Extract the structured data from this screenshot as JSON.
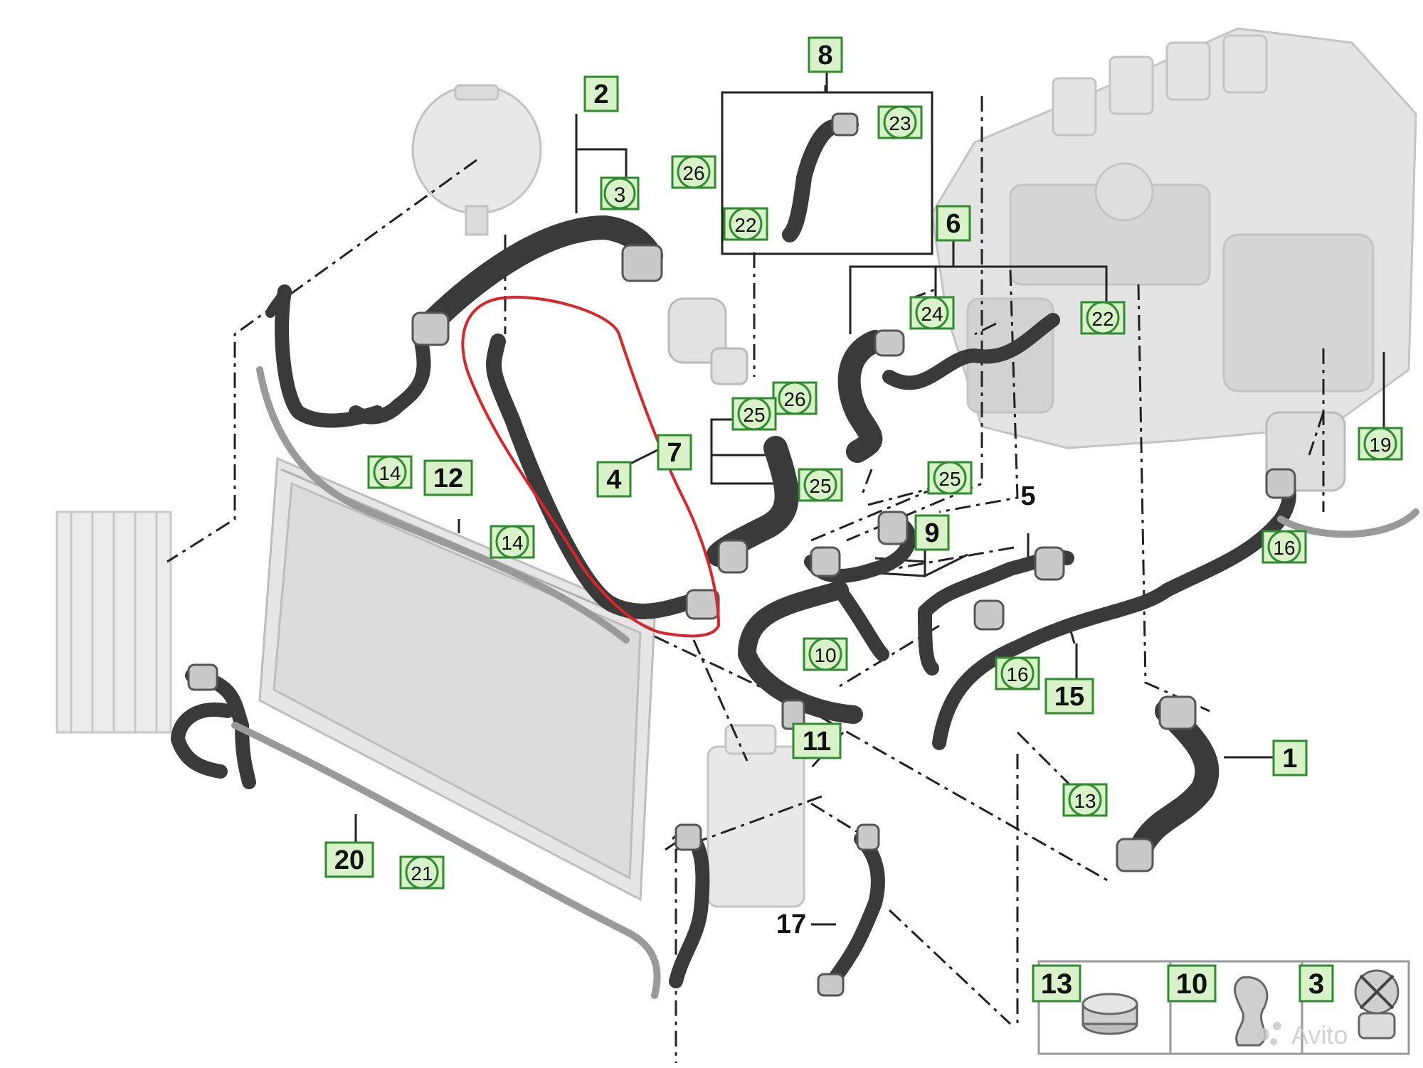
{
  "diagram": {
    "colors": {
      "label_border": "#2e8b2e",
      "label_fill": "#d9f2c9",
      "label_text": "#111111",
      "hose": "#3a3a3a",
      "part_gray": "#d9d9d9",
      "highlight": "#d9262b",
      "leader": "#222222"
    },
    "square_labels": {
      "l1": "1",
      "l2": "2",
      "l4": "4",
      "l6": "6",
      "l7": "7",
      "l8": "8",
      "l9": "9",
      "l11": "11",
      "l12": "12",
      "l15": "15",
      "l20": "20"
    },
    "circle_labels": {
      "c3": "3",
      "c10": "10",
      "c13": "13",
      "c14a": "14",
      "c14b": "14",
      "c16a": "16",
      "c16b": "16",
      "c19": "19",
      "c21": "21",
      "c22a": "22",
      "c22b": "22",
      "c23": "23",
      "c24": "24",
      "c25a": "25",
      "c25b": "25",
      "c25c": "25",
      "c26a": "26",
      "c26b": "26"
    },
    "plain_labels": {
      "p5": "5",
      "p17": "17"
    },
    "inset": {
      "items": [
        {
          "number": "13",
          "icon": "clamp-band-icon"
        },
        {
          "number": "10",
          "icon": "clip-icon"
        },
        {
          "number": "3",
          "icon": "spring-clip-icon"
        }
      ]
    },
    "watermark": "Avito"
  }
}
